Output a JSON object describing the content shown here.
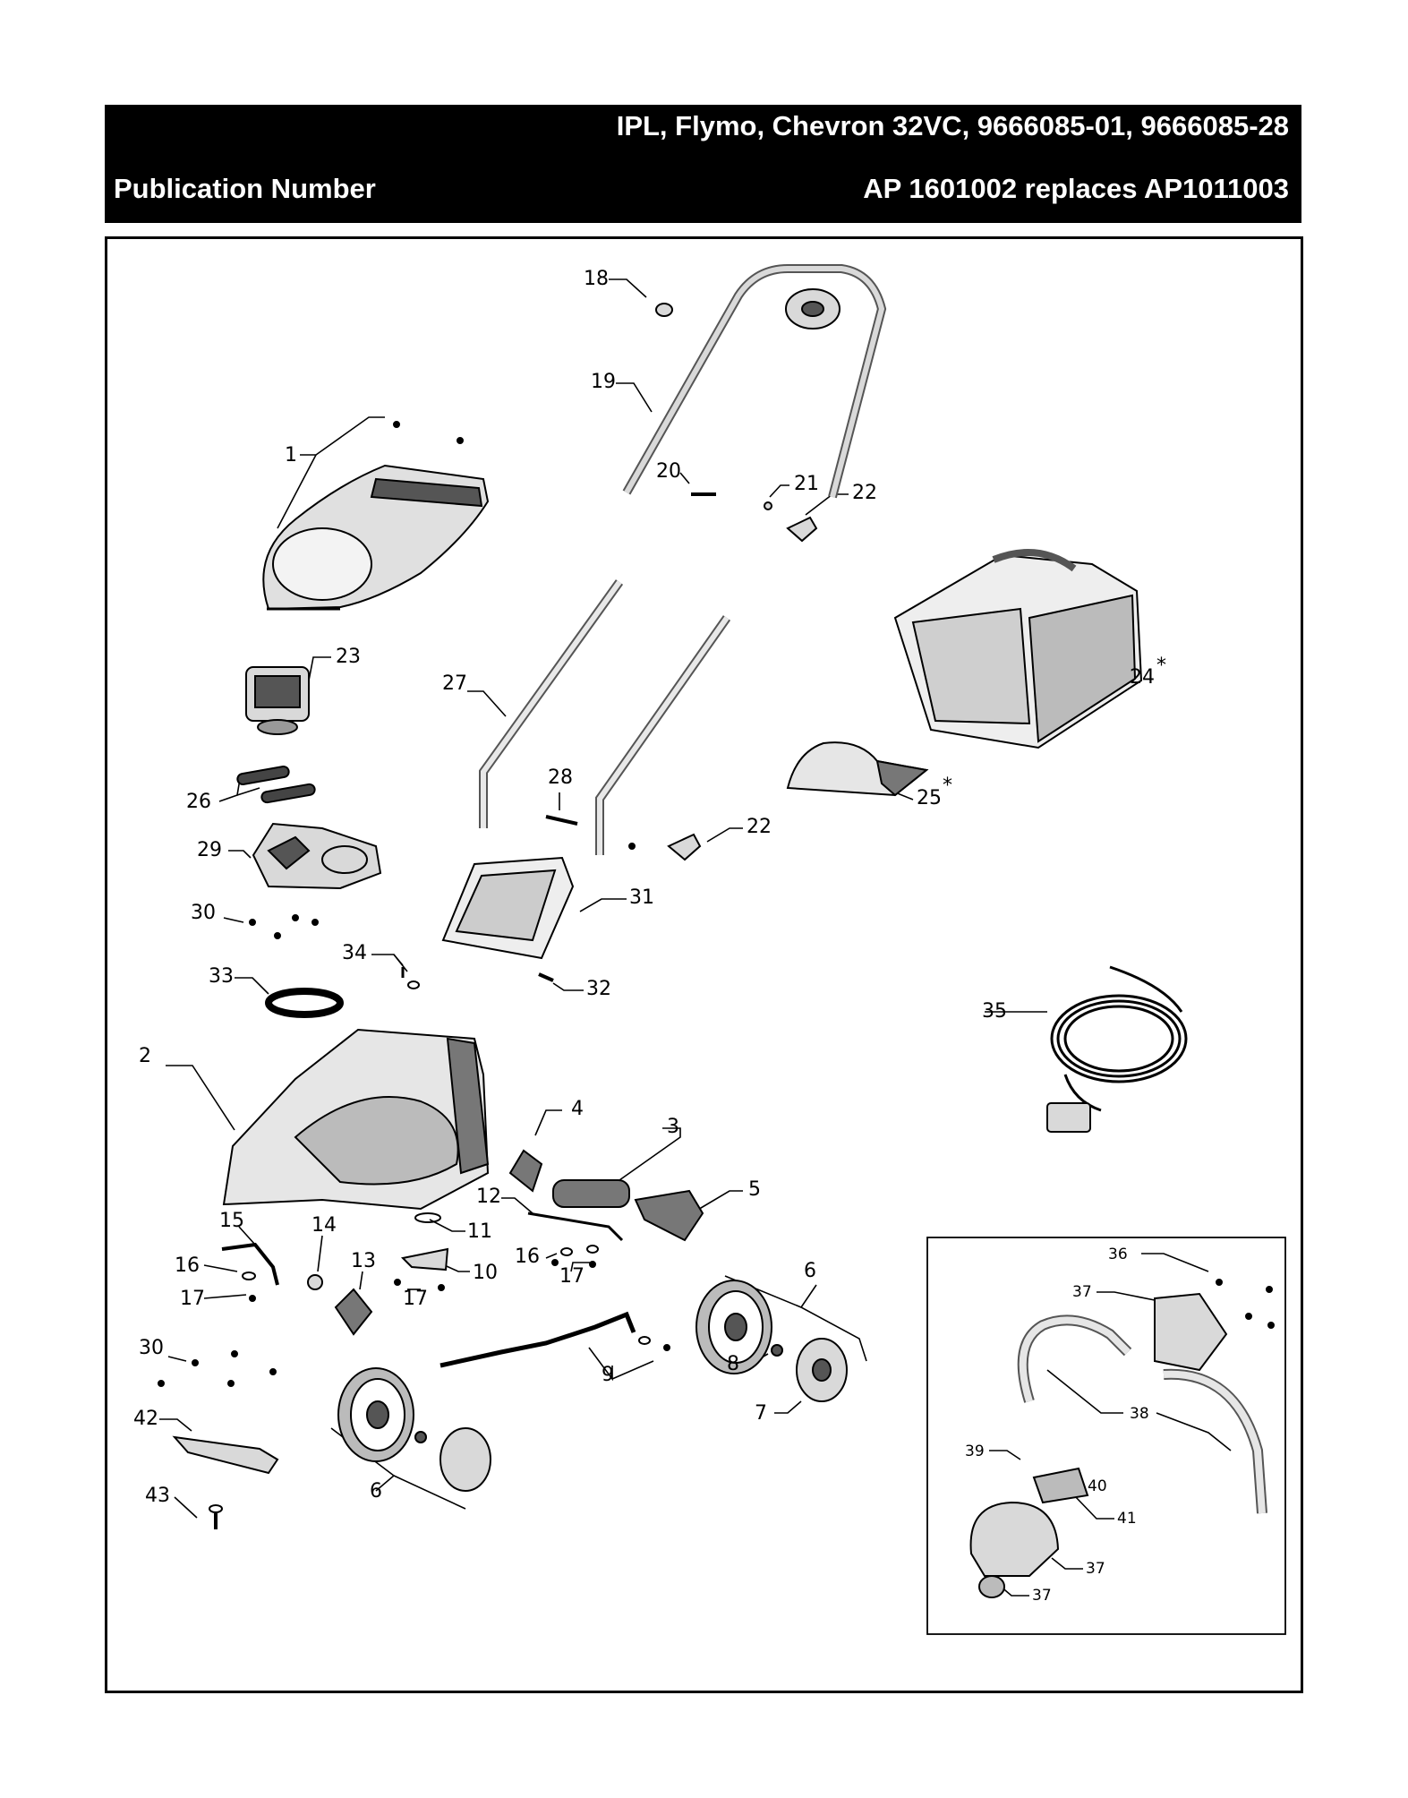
{
  "header": {
    "title": "IPL, Flymo, Chevron 32VC, 9666085-01, 9666085-28",
    "left_label": "Publication Number",
    "right_label": "AP 1601002 replaces AP1011003"
  },
  "colors": {
    "header_bg": "#000000",
    "header_text": "#ffffff",
    "line": "#000000",
    "part_fill": "#d9d9d9",
    "part_dark": "#555555"
  },
  "callouts": {
    "c1": "1",
    "c2": "2",
    "c3": "3",
    "c4": "4",
    "c5": "5",
    "c6a": "6",
    "c6b": "6",
    "c7": "7",
    "c8": "8",
    "c9": "9",
    "c10": "10",
    "c11": "11",
    "c12": "12",
    "c13": "13",
    "c14": "14",
    "c15": "15",
    "c16a": "16",
    "c16b": "16",
    "c17a": "17",
    "c17b": "17",
    "c17c": "17",
    "c18": "18",
    "c19": "19",
    "c20": "20",
    "c21": "21",
    "c22a": "22",
    "c22b": "22",
    "c23": "23",
    "c24": "24",
    "c25": "25",
    "c26": "26",
    "c27": "27",
    "c28": "28",
    "c29": "29",
    "c30a": "30",
    "c30b": "30",
    "c31": "31",
    "c32": "32",
    "c33": "33",
    "c34": "34",
    "c35": "35",
    "c36": "36",
    "c37a": "37",
    "c37b": "37",
    "c37c": "37",
    "c38": "38",
    "c39": "39",
    "c40": "40",
    "c41": "41",
    "c42": "42",
    "c43": "43",
    "star24": "*",
    "star25": "*"
  }
}
